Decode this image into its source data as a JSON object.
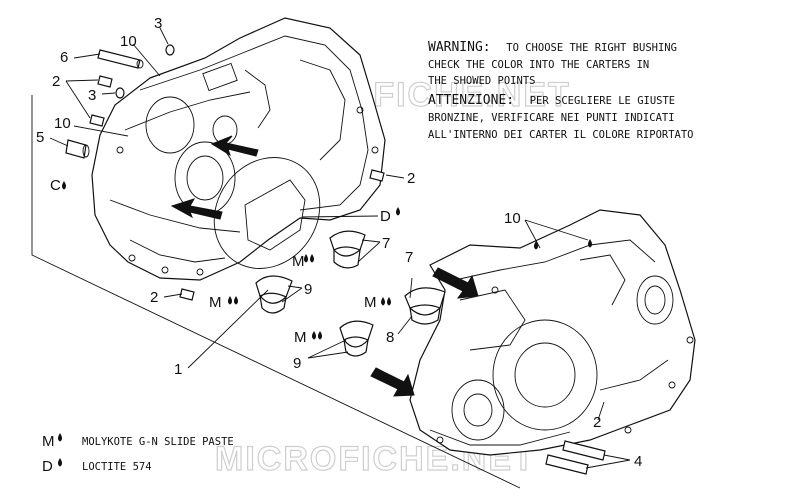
{
  "watermark": "MICROFICHE.NET",
  "warning": {
    "line1_head": "WARNING:",
    "line1_rest": "TO CHOOSE THE RIGHT BUSHING",
    "line2": "CHECK THE COLOR INTO THE CARTERS IN",
    "line3": "THE SHOWED POINTS",
    "line4_head": "ATTENZIONE:",
    "line4_rest": "PER SCEGLIERE LE GIUSTE",
    "line5": "BRONZINE, VERIFICARE NEI PUNTI INDICATI",
    "line6": "ALL'INTERNO DEI CARTER IL COLORE RIPORTATO"
  },
  "legend": {
    "m_symbol": "M",
    "m_text": "MOLYKOTE G-N SLIDE PASTE",
    "d_symbol": "D",
    "d_text": "LOCTITE 574"
  },
  "callouts": {
    "c1": "1",
    "c2a": "2",
    "c2b": "2",
    "c2c": "2",
    "c2d": "2",
    "c3a": "3",
    "c3b": "3",
    "c4": "4",
    "c5": "5",
    "c6": "6",
    "c7a": "7",
    "c7b": "7",
    "c8": "8",
    "c9a": "9",
    "c9b": "9",
    "c10a": "10",
    "c10b": "10",
    "c10c": "10",
    "cC": "C",
    "cD": "D",
    "cM1": "M",
    "cM2": "M",
    "cM3": "M",
    "cM4": "M"
  }
}
